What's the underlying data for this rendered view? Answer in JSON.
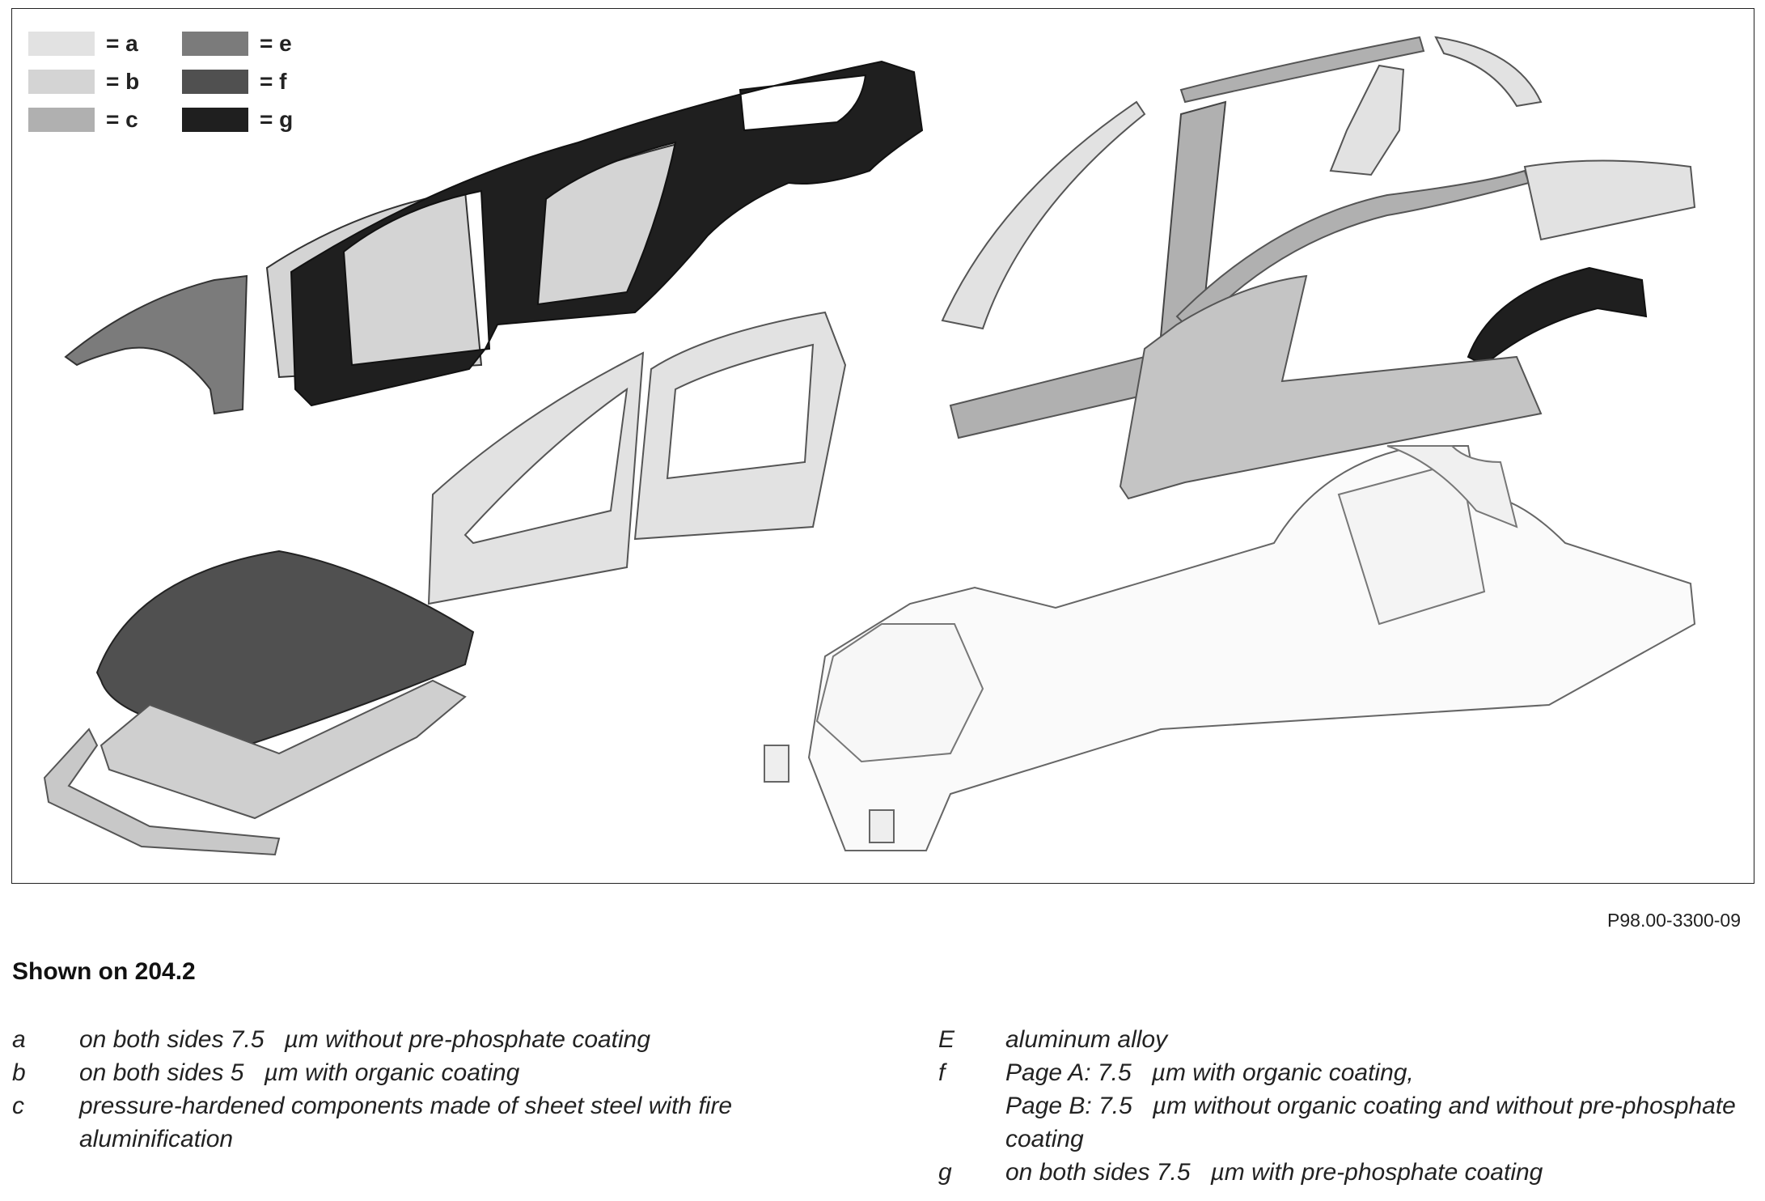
{
  "legend": [
    {
      "key": "a",
      "label": "= a",
      "color": "#e2e2e2"
    },
    {
      "key": "b",
      "label": "= b",
      "color": "#d4d4d4"
    },
    {
      "key": "c",
      "label": "= c",
      "color": "#b0b0b0"
    },
    {
      "key": "e",
      "label": "= e",
      "color": "#7b7b7b"
    },
    {
      "key": "f",
      "label": "= f",
      "color": "#505050"
    },
    {
      "key": "g",
      "label": "= g",
      "color": "#1f1f1f"
    }
  ],
  "figure_ref": "P98.00-3300-09",
  "caption": "Shown on 204.2",
  "notes_left": [
    {
      "key": "a",
      "text": "on both sides 7.5   µm without pre-phosphate coating"
    },
    {
      "key": "b",
      "text": "on both sides 5   µm with organic coating"
    },
    {
      "key": "c",
      "text": "pressure-hardened components made of sheet steel with fire aluminification"
    }
  ],
  "notes_right": [
    {
      "key": "E",
      "text": "aluminum alloy"
    },
    {
      "key": "f",
      "text": "Page A: 7.5   µm with organic coating,"
    },
    {
      "key": "",
      "text": "Page B: 7.5   µm without organic coating and without pre-phosphate coating"
    },
    {
      "key": "g",
      "text": "on both sides 7.5   µm with pre-phosphate coating"
    }
  ]
}
